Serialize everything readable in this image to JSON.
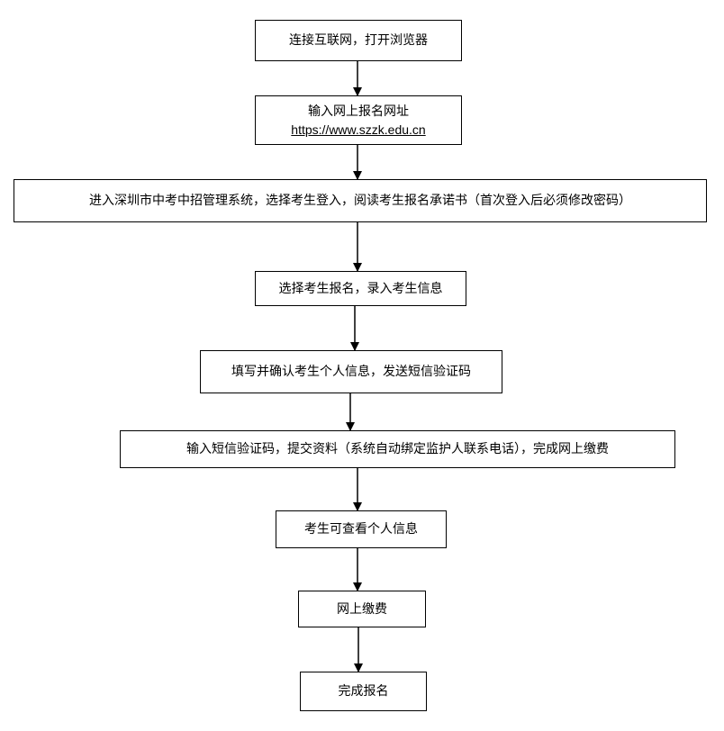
{
  "steps": [
    {
      "text": "连接互联网，打开浏览器"
    },
    {
      "text": "输入网上报名网址",
      "url": "https://www.szzk.edu.cn"
    },
    {
      "text": "进入深圳市中考中招管理系统，选择考生登入，阅读考生报名承诺书（首次登入后必须修改密码）"
    },
    {
      "text": "选择考生报名，录入考生信息"
    },
    {
      "text": "填写并确认考生个人信息，发送短信验证码"
    },
    {
      "text": "输入短信验证码，提交资料（系统自动绑定监护人联系电话），完成网上缴费"
    },
    {
      "text": "考生可查看个人信息"
    },
    {
      "text": "网上缴费"
    },
    {
      "text": "完成报名"
    }
  ]
}
